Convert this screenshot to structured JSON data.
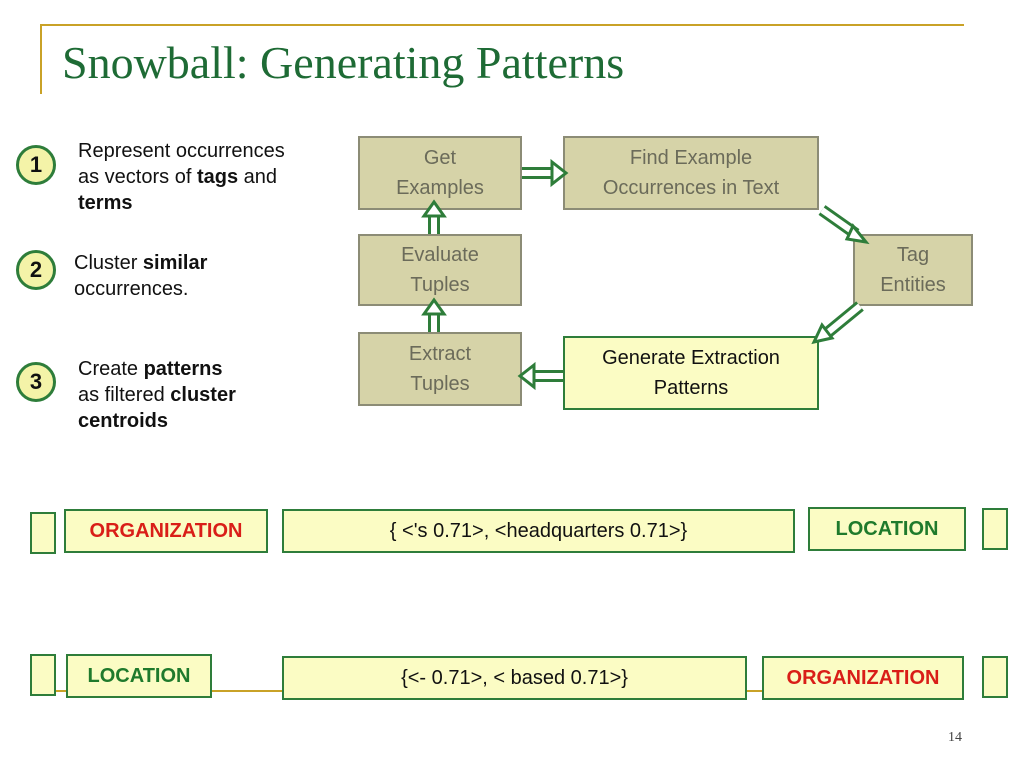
{
  "slide": {
    "title": "Snowball: Generating Patterns",
    "page_number": "14"
  },
  "steps": [
    {
      "number": "1",
      "lines": [
        [
          {
            "t": "Represent occurrences"
          }
        ],
        [
          {
            "t": "as vectors of "
          },
          {
            "t": "tags",
            "b": true
          },
          {
            "t": " and"
          }
        ],
        [
          {
            "t": "terms",
            "b": true
          }
        ]
      ]
    },
    {
      "number": "2",
      "lines": [
        [
          {
            "t": "Cluster "
          },
          {
            "t": "similar",
            "b": true
          }
        ],
        [
          {
            "t": "occurrences."
          }
        ]
      ]
    },
    {
      "number": "3",
      "lines": [
        [
          {
            "t": "Create "
          },
          {
            "t": "patterns",
            "b": true
          }
        ],
        [
          {
            "t": "as filtered "
          },
          {
            "t": "cluster",
            "b": true
          }
        ],
        [
          {
            "t": "centroids",
            "b": true
          }
        ]
      ]
    }
  ],
  "flow": {
    "get_examples": "Get\nExamples",
    "find_occurrences": "Find Example\nOccurrences in Text",
    "evaluate_tuples": "Evaluate\nTuples",
    "tag_entities": "Tag\nEntities",
    "extract_tuples": "Extract\nTuples",
    "generate_patterns": "Generate Extraction\nPatterns"
  },
  "patterns": [
    {
      "left": "ORGANIZATION",
      "middle": "{ <'s 0.71>, <headquarters 0.71>}",
      "right": "LOCATION"
    },
    {
      "left": "LOCATION",
      "middle": "{<- 0.71>, < based 0.71>}",
      "right": "ORGANIZATION"
    }
  ],
  "colors": {
    "title": "#1e6b35",
    "accent_rule": "#c9a227",
    "arrow": "#2e7d3a",
    "box_fill": "#d6d3a8",
    "highlight_fill": "#fbfcc4",
    "organization": "#d91e18",
    "location": "#1f7a2c"
  }
}
